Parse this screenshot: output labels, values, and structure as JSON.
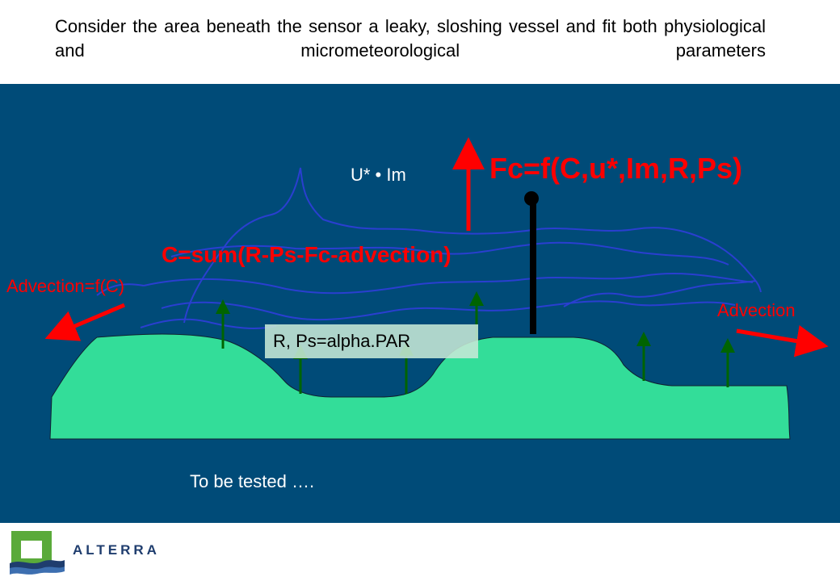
{
  "header": {
    "text": "Consider the area beneath the sensor a leaky, sloshing vessel and fit both physiological and micrometeorological parameters"
  },
  "diagram": {
    "ustar_label": "U* • Im",
    "flux_label": "Fc=f(C,u*,Im,R,Ps)",
    "storage_label": "C=sum(R-Ps-Fc-advection)",
    "advection_left_label": "Advection=f(C)",
    "advection_right_label": "Advection",
    "sources_label": "R, Ps=alpha.PAR",
    "note_label": "To be tested …."
  },
  "footer": {
    "logo_text": "ALTERRA"
  },
  "colors": {
    "background_panel": "#004b78",
    "canopy": "#33dd99",
    "accent_red": "#ff0000",
    "arrow_green": "#006400",
    "streamline_blue": "#2a3fd0",
    "logo_green": "#5aaa3a",
    "logo_blue": "#1f3d6e"
  },
  "icons": {
    "flux_arrow": "arrow-up-icon",
    "advection_left": "arrow-left-icon",
    "advection_right": "arrow-right-icon",
    "logo": "alterra-logo-icon"
  }
}
